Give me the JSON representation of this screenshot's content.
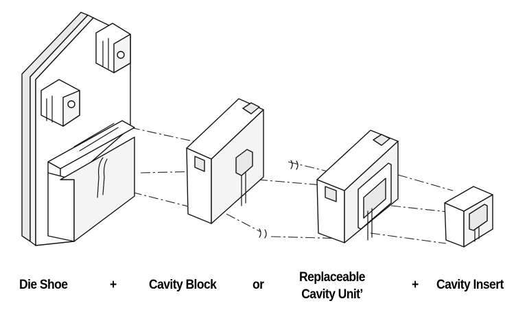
{
  "labels": {
    "die_shoe": "Die Shoe",
    "plus_1": "+",
    "cavity_block": "Cavity Block",
    "or": "or",
    "replaceable_line1": "Replaceable",
    "replaceable_line2": "Cavity Unit’",
    "plus_2": "+",
    "cavity_insert": "Cavity Insert"
  }
}
